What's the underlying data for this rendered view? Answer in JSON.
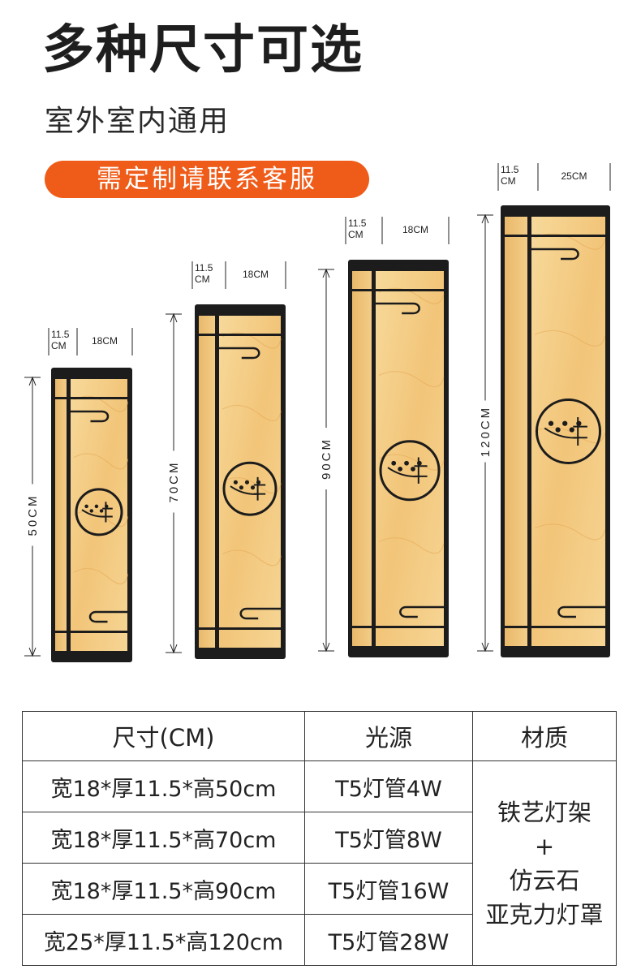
{
  "header": {
    "title": "多种尺寸可选",
    "subtitle": "室外室内通用",
    "badge": "需定制请联系客服"
  },
  "lamps": [
    {
      "thickness": "11.5",
      "thickness_unit": "CM",
      "width": "18CM",
      "height": "50CM"
    },
    {
      "thickness": "11.5",
      "thickness_unit": "CM",
      "width": "18CM",
      "height": "70CM"
    },
    {
      "thickness": "11.5",
      "thickness_unit": "CM",
      "width": "18CM",
      "height": "90CM"
    },
    {
      "thickness": "11.5",
      "thickness_unit": "CM",
      "width": "25CM",
      "height": "120CM"
    }
  ],
  "colors": {
    "frame": "#1c1c1c",
    "shade": "#f4cf8a",
    "badge": "#ef5b18"
  },
  "table": {
    "headers": [
      "尺寸(CM)",
      "光源",
      "材质"
    ],
    "rows": [
      {
        "size": "宽18*厚11.5*高50cm",
        "light": "T5灯管4W"
      },
      {
        "size": "宽18*厚11.5*高70cm",
        "light": "T5灯管8W"
      },
      {
        "size": "宽18*厚11.5*高90cm",
        "light": "T5灯管16W"
      },
      {
        "size": "宽25*厚11.5*高120cm",
        "light": "T5灯管28W"
      }
    ],
    "material_lines": [
      "铁艺灯架",
      "+",
      "仿云石",
      "亚克力灯罩"
    ]
  }
}
